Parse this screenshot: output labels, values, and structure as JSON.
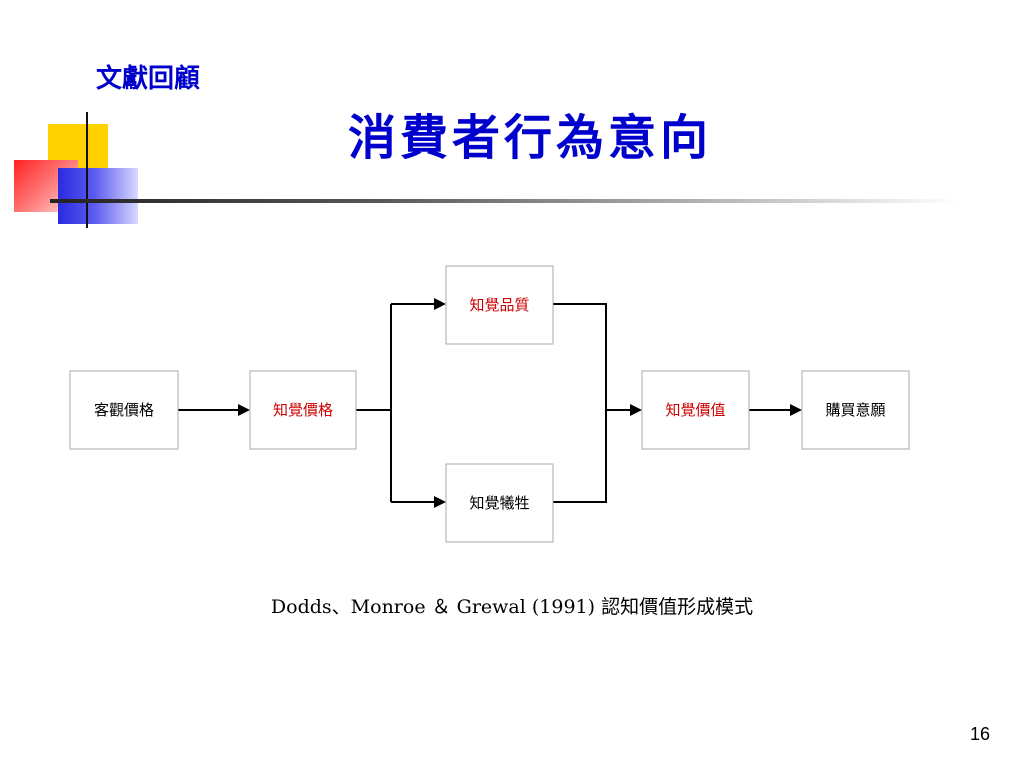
{
  "header": {
    "section_label": "文獻回顧",
    "title": "消費者行為意向"
  },
  "diagram": {
    "nodes": {
      "objective_price": {
        "label": "客觀價格",
        "color": "#000000"
      },
      "perceived_price": {
        "label": "知覺價格",
        "color": "#cc0000"
      },
      "perceived_quality": {
        "label": "知覺品質",
        "color": "#cc0000"
      },
      "perceived_sacrifice": {
        "label": "知覺犧牲",
        "color": "#000000"
      },
      "perceived_value": {
        "label": "知覺價值",
        "color": "#cc0000"
      },
      "purchase_intention": {
        "label": "購買意願",
        "color": "#000000"
      }
    },
    "caption": "Dodds、Monroe ＆ Grewal (1991) 認知價值形成模式"
  },
  "footer": {
    "page_number": "16"
  }
}
